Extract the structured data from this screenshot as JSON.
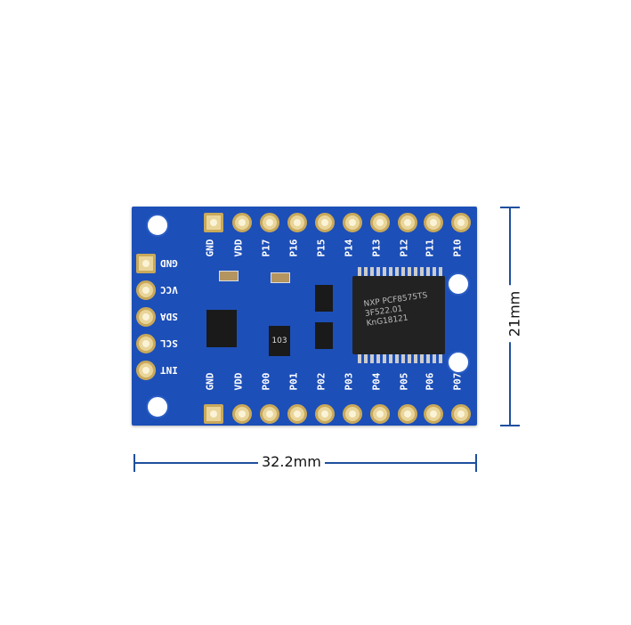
{
  "board": {
    "top_labels": [
      "GND",
      "VDD",
      "P17",
      "P16",
      "P15",
      "P14",
      "P13",
      "P12",
      "P11",
      "P10"
    ],
    "bottom_labels": [
      "GND",
      "VDD",
      "P00",
      "P01",
      "P02",
      "P03",
      "P04",
      "P05",
      "P06",
      "P07"
    ],
    "side_labels": [
      "GND",
      "VCC",
      "SDA",
      "SCL",
      "INT"
    ],
    "chip_marking": [
      "NXP PCF8575TS",
      "3F522.01",
      "KnG18121"
    ],
    "resistor_marking": "103",
    "color": "#1d4fb8"
  },
  "dimensions": {
    "width": "32.2mm",
    "height": "21mm",
    "line_color": "#1e4f9e"
  }
}
